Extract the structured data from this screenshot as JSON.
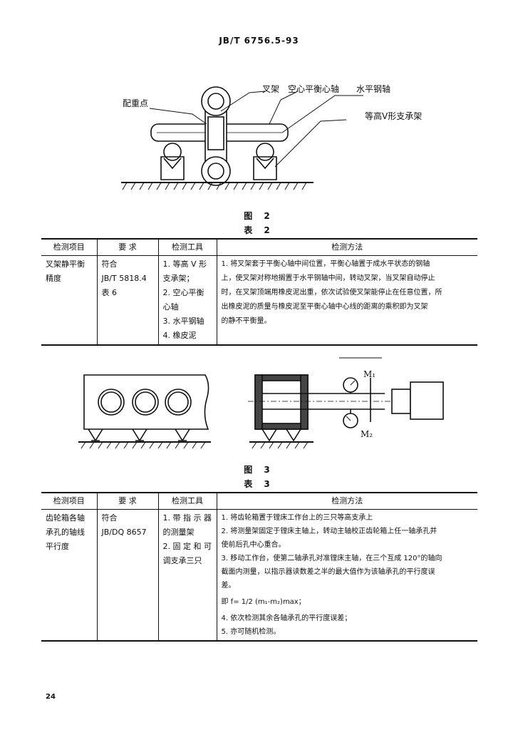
{
  "header": "JB/T 6756.5-93",
  "fig2": {
    "labels": {
      "counterweight": "配重点",
      "fork": "叉架",
      "hollow_shaft": "空心平衡心轴",
      "horizontal_shaft": "水平钢轴",
      "v_support": "等高V形支承架"
    },
    "caption": "图   2"
  },
  "table2": {
    "caption": "表   2",
    "headers": [
      "检测项目",
      "要    求",
      "检测工具",
      "检测方法"
    ],
    "item": [
      "叉架静平衡",
      "精度"
    ],
    "requirement": [
      "符合",
      "JB/T 5818.4",
      "表 6"
    ],
    "tools": [
      "1. 等高 V 形",
      "支承架；",
      "2. 空心平衡",
      "心轴",
      "3. 水平钢轴",
      "4. 橡皮泥"
    ],
    "method": [
      "1. 将叉架套于平衡心轴中间位置，平衡心轴置于成水平状态的钢轴",
      "上，使叉架对称地搁置于水平钢轴中间，转动叉架，当叉架自动停止",
      "时，在叉架顶端用橡皮泥出重，依次试验使叉架能停止在任意位置，所",
      "出橡皮泥的质量与橡皮泥至平衡心轴中心线的距离的乘积即为叉架",
      "的静不平衡量。"
    ]
  },
  "fig3": {
    "labels": {
      "m1": "M₁",
      "m2": "M₂"
    },
    "caption": "图   3"
  },
  "table3": {
    "caption": "表   3",
    "headers": [
      "检测项目",
      "要    求",
      "检测工具",
      "检测方法"
    ],
    "item": [
      "齿轮箱各轴",
      "承孔的轴线",
      "平行度"
    ],
    "requirement": [
      "符合",
      "JB/DQ 8657"
    ],
    "tools": [
      "1. 带 指 示 器",
      "的测量架",
      "2. 固 定 和 可",
      "调支承三只"
    ],
    "method": [
      "1. 将齿轮箱置于镗床工作台上的三只等高支承上",
      "2. 将测量架固定于镗床主轴上，转动主轴校正齿轮箱上任一轴承孔并",
      "使前后孔中心重合。",
      "3. 移动工作台，使第二轴承孔对准镗床主轴，在三个互成 120°的轴向",
      "截面内测量，以指示器读数差之半的最大值作为该轴承孔的平行度误",
      "差。",
      "即 f= 1/2 (m₁-m₂)max；",
      "4. 依次检测其余各轴承孔的平行度误差；",
      "5. 亦可随机检测。"
    ]
  },
  "page_number": "24"
}
